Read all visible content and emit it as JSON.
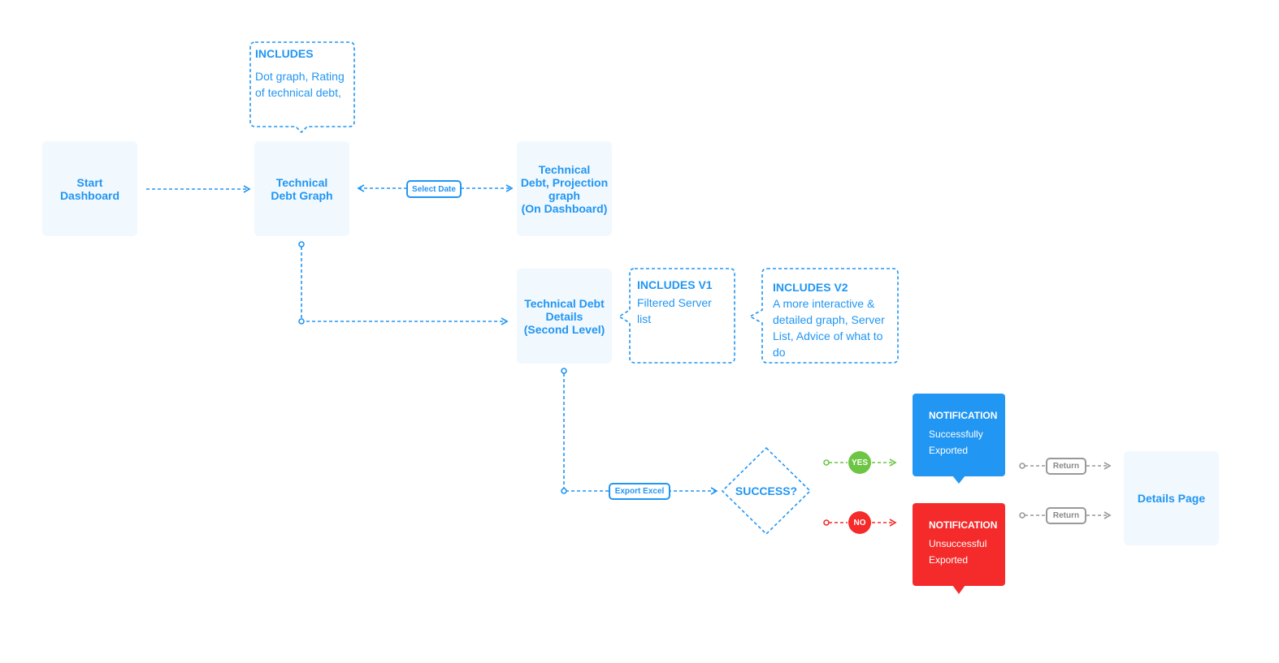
{
  "nodes": {
    "start": "Start\nDashboard",
    "tech_debt_graph": "Technical\nDebt Graph",
    "projection": "Technical\nDebt, Projection\ngraph\n(On Dashboard)",
    "details_second": "Technical Debt\nDetails\n(Second Level)",
    "details_page": "Details Page"
  },
  "callouts": {
    "includes": {
      "title": "INCLUDES",
      "body": "Dot graph, Rating\nof technical debt,"
    },
    "includes_v1": {
      "title": "INCLUDES V1",
      "body": "Filtered Server\nlist"
    },
    "includes_v2": {
      "title": "INCLUDES V2",
      "body": "A more interactive &\ndetailed graph, Server\nList, Advice of what to\ndo"
    }
  },
  "labels": {
    "select_date": "Select Date",
    "export_excel": "Export Excel",
    "success": "SUCCESS?",
    "yes": "YES",
    "no": "NO",
    "return_1": "Return",
    "return_2": "Return"
  },
  "notifications": {
    "success": {
      "title": "NOTIFICATION",
      "body": "Successfully\nExported"
    },
    "failure": {
      "title": "NOTIFICATION",
      "body": "Unsuccessful\nExported"
    }
  },
  "colors": {
    "primary": "#2196f3",
    "node_bg": "#f1f8fe",
    "success": "#6cc644",
    "failure": "#f52a2a",
    "neutral": "#999999",
    "notif_success": "#2196f3",
    "notif_failure": "#f52a2a"
  }
}
